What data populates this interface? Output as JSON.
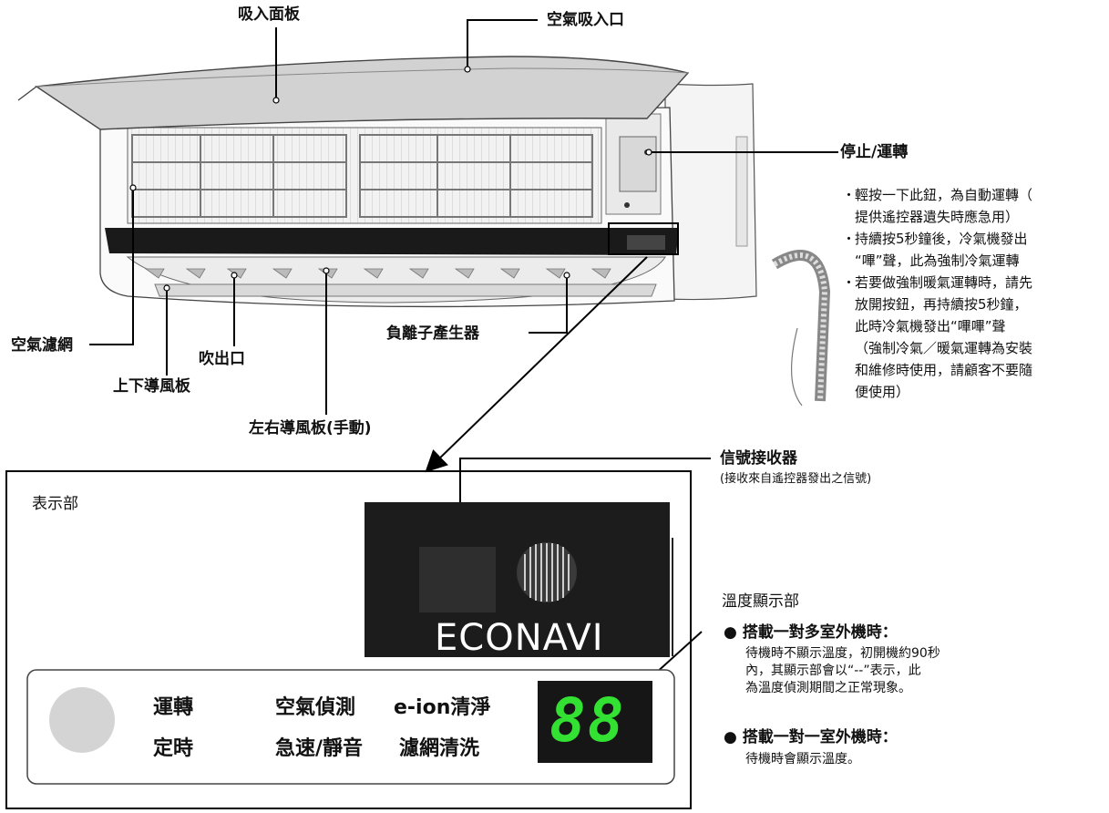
{
  "unit_labels": {
    "intake_panel": "吸入面板",
    "air_intake": "空氣吸入口",
    "stop_run": "停止/運轉",
    "air_filter": "空氣濾網",
    "outlet": "吹出口",
    "vertical_louver": "上下導風板",
    "horizontal_louver": "左右導風板(手動)",
    "ion_generator": "負離子產生器"
  },
  "stop_run_notes": {
    "bullet": "・",
    "n1_line1": "輕按一下此鈕，為自動運轉（",
    "n1_line2": "提供遙控器遺失時應急用）",
    "n2_line1": "持續按5秒鐘後，冷氣機發出",
    "n2_line2": "“嗶”聲，此為強制冷氣運轉",
    "n3_line1": "若要做強制暖氣運轉時，請先",
    "n3_line2": "放開按鈕，再持續按5秒鐘，",
    "n3_line3": "此時冷氣機發出“嗶嗶”聲",
    "n3_line4": "（強制冷氣／暖氣運轉為安裝",
    "n3_line5": "和維修時使用，請顧客不要隨",
    "n3_line6": "便使用）"
  },
  "receiver": {
    "title": "信號接收器",
    "subtitle": "(接收來自遙控器發出之信號)"
  },
  "display_section": {
    "title": "表示部",
    "brand": "ECONAVI",
    "run": "運轉",
    "timer": "定時",
    "air_detect": "空氣偵測",
    "quick_quiet": "急速/靜音",
    "eion": "e-ion清淨",
    "filter_clean": "濾網清洗",
    "digits": "88"
  },
  "temperature_display": {
    "title": "溫度顯示部",
    "bullet_symbol": "●",
    "multi_title": "搭載一對多室外機時：",
    "multi_line1": "待機時不顯示溫度，初開機約90秒",
    "multi_line2": "內，其顯示部會以“--”表示，此",
    "multi_line3": "為溫度偵測期間之正常現象。",
    "single_title": "搭載一對一室外機時：",
    "single_line1": "待機時會顯示溫度。"
  },
  "colors": {
    "digit_green": "#33e133",
    "panel_black": "#1c1c1c",
    "indicator_gray": "#d4d4d4"
  }
}
